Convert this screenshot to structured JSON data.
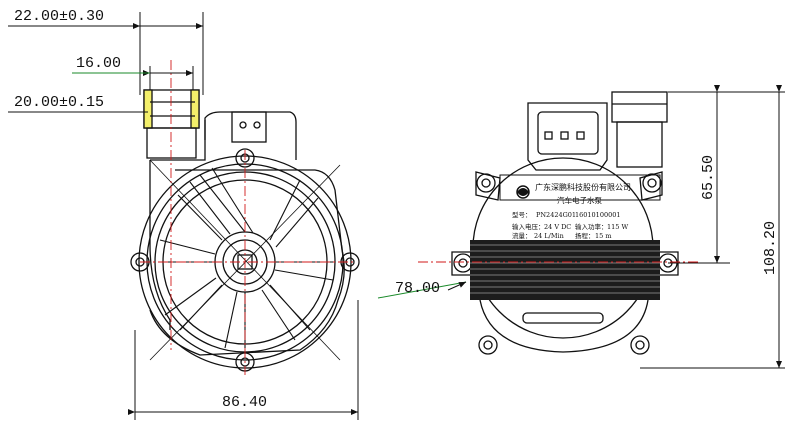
{
  "dimensions": {
    "outlet_outer": "22.00±0.30",
    "outlet_inner": "16.00",
    "inlet_outer": "20.00±0.15",
    "overall_width": "86.40",
    "angle_78": "78.00",
    "outlet_height": "65.50",
    "total_height": "108.20"
  },
  "nameplate": {
    "company": "广东深鹏科技股份有限公司",
    "product": "汽车电子水泵",
    "model_label": "型号：",
    "model_value": "PN2424G01",
    "serial_value": "16010100001",
    "voltage_label": "输入电压：",
    "voltage_value": "24 V DC",
    "power_label": "输入功率：",
    "power_value": "115 W",
    "flow_label": "流量：",
    "flow_value": "24 L/Min",
    "head_label": "扬程：",
    "head_value": "15 m"
  },
  "colors": {
    "line": "#111111",
    "centerline": "#d11a1a",
    "dim_green": "#1a8a2a",
    "highlight": "#f3ef6a"
  }
}
